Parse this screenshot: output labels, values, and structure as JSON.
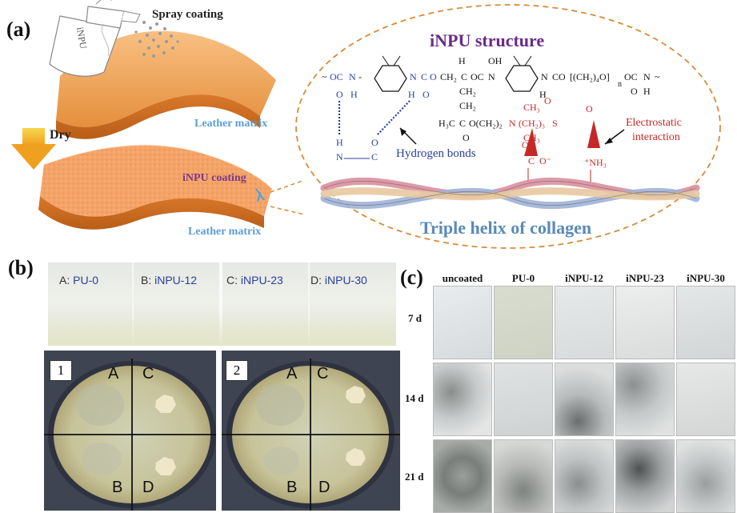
{
  "panel_a": {
    "label": "(a)",
    "spray_label": "Spray coating",
    "bottle_text": "iNPU",
    "dry_label": "Dry",
    "leather_top": "Leather matrix",
    "coating_label": "iNPU coating",
    "leather_bottom": "Leather matrix",
    "structure_title": "iNPU structure",
    "hbond_label": "Hydrogen bonds",
    "electrostatic_label_1": "Electrostatic",
    "electrostatic_label_2": "interaction",
    "collagen_label": "Triple helix of collagen",
    "colors": {
      "leather": "#f0a85a",
      "structure_title": "#6a2a8a",
      "blue_chem": "#2a3fa0",
      "red_chem": "#c62828",
      "collagen_label": "#5a8ab8",
      "dashed": "#d98a3a"
    }
  },
  "panel_b": {
    "label": "(b)",
    "vials": [
      {
        "prefix": "A: ",
        "code": "PU-0"
      },
      {
        "prefix": "B: ",
        "code": "iNPU-12"
      },
      {
        "prefix": "C: ",
        "code": "iNPU-23"
      },
      {
        "prefix": "D: ",
        "code": "iNPU-30"
      }
    ],
    "dishes": [
      {
        "number": "1",
        "quadrants": [
          "A",
          "C",
          "B",
          "D"
        ]
      },
      {
        "number": "2",
        "quadrants": [
          "A",
          "C",
          "B",
          "D"
        ]
      }
    ]
  },
  "panel_c": {
    "label": "(c)",
    "columns": [
      "uncoated",
      "PU-0",
      "iNPU-12",
      "iNPU-23",
      "iNPU-30"
    ],
    "rows": [
      "7 d",
      "14 d",
      "21 d"
    ]
  }
}
